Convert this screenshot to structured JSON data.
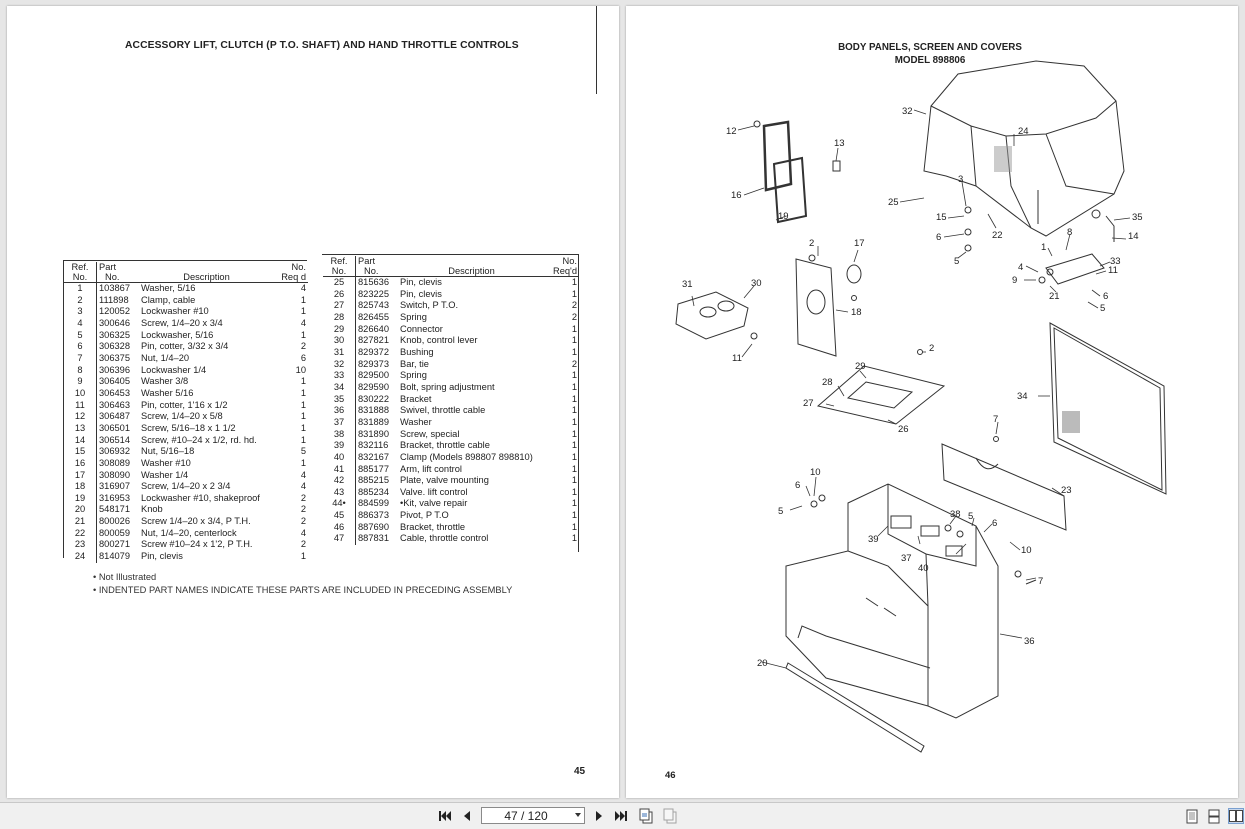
{
  "left_page": {
    "title": "ACCESSORY LIFT, CLUTCH (P T.O. SHAFT) AND HAND THROTTLE CONTROLS",
    "page_number": "45",
    "headers": {
      "ref_1": "Ref.",
      "ref_2": "No.",
      "part_1": "Part",
      "part_2": "No.",
      "desc": "Description",
      "req_1": "No.",
      "req_2": "Req d"
    },
    "headers_right": {
      "ref_1": "Ref.",
      "ref_2": "No.",
      "part_1": "Part",
      "part_2": "No.",
      "desc": "Description",
      "req_1": "No.",
      "req_2": "Req'd"
    },
    "rows_left": [
      {
        "ref": "1",
        "part": "103867",
        "desc": "Washer, 5/16",
        "req": "4"
      },
      {
        "ref": "2",
        "part": "111898",
        "desc": "Clamp, cable",
        "req": "1"
      },
      {
        "ref": "3",
        "part": "120052",
        "desc": "Lockwasher #10",
        "req": "1"
      },
      {
        "ref": "4",
        "part": "300646",
        "desc": "Screw, 1/4–20 x 3/4",
        "req": "4"
      },
      {
        "ref": "5",
        "part": "306325",
        "desc": "Lockwasher, 5/16",
        "req": "1"
      },
      {
        "ref": "6",
        "part": "306328",
        "desc": "Pin, cotter, 3/32 x 3/4",
        "req": "2"
      },
      {
        "ref": "7",
        "part": "306375",
        "desc": "Nut, 1/4–20",
        "req": "6"
      },
      {
        "ref": "8",
        "part": "306396",
        "desc": "Lockwasher 1/4",
        "req": "10"
      },
      {
        "ref": "9",
        "part": "306405",
        "desc": "Washer 3/8",
        "req": "1"
      },
      {
        "ref": "10",
        "part": "306453",
        "desc": "Washer 5/16",
        "req": "1"
      },
      {
        "ref": "11",
        "part": "306463",
        "desc": "Pin, cotter, 1'16 x 1/2",
        "req": "1"
      },
      {
        "ref": "12",
        "part": "306487",
        "desc": "Screw, 1/4–20 x 5/8",
        "req": "1"
      },
      {
        "ref": "13",
        "part": "306501",
        "desc": "Screw, 5/16–18 x 1 1/2",
        "req": "1"
      },
      {
        "ref": "14",
        "part": "306514",
        "desc": "Screw, #10–24 x 1/2, rd. hd.",
        "req": "1"
      },
      {
        "ref": "15",
        "part": "306932",
        "desc": "Nut, 5/16–18",
        "req": "5"
      },
      {
        "ref": "16",
        "part": "308089",
        "desc": "Washer #10",
        "req": "1"
      },
      {
        "ref": "17",
        "part": "308090",
        "desc": "Washer 1/4",
        "req": "4"
      },
      {
        "ref": "18",
        "part": "316907",
        "desc": "Screw, 1/4–20 x 2 3/4",
        "req": "4"
      },
      {
        "ref": "19",
        "part": "316953",
        "desc": "Lockwasher #10, shakeproof",
        "req": "2"
      },
      {
        "ref": "20",
        "part": "548171",
        "desc": "Knob",
        "req": "2"
      },
      {
        "ref": "21",
        "part": "800026",
        "desc": "Screw 1/4–20 x 3/4, P T.H.",
        "req": "2"
      },
      {
        "ref": "22",
        "part": "800059",
        "desc": "Nut, 1/4–20, centerlock",
        "req": "4"
      },
      {
        "ref": "23",
        "part": "800271",
        "desc": "Screw #10–24 x 1'2, P T.H.",
        "req": "2"
      },
      {
        "ref": "24",
        "part": "814079",
        "desc": "Pin, clevis",
        "req": "1"
      }
    ],
    "rows_right": [
      {
        "ref": "25",
        "part": "815636",
        "desc": "Pin, clevis",
        "req": "1"
      },
      {
        "ref": "26",
        "part": "823225",
        "desc": "Pin, clevis",
        "req": "1"
      },
      {
        "ref": "27",
        "part": "825743",
        "desc": "Switch, P T.O.",
        "req": "2"
      },
      {
        "ref": "28",
        "part": "826455",
        "desc": "Spring",
        "req": "2"
      },
      {
        "ref": "29",
        "part": "826640",
        "desc": "Connector",
        "req": "1"
      },
      {
        "ref": "30",
        "part": "827821",
        "desc": "Knob, control lever",
        "req": "1"
      },
      {
        "ref": "31",
        "part": "829372",
        "desc": "Bushing",
        "req": "1"
      },
      {
        "ref": "32",
        "part": "829373",
        "desc": "Bar, tie",
        "req": "2"
      },
      {
        "ref": "33",
        "part": "829500",
        "desc": "Spring",
        "req": "1"
      },
      {
        "ref": "34",
        "part": "829590",
        "desc": "Bolt, spring adjustment",
        "req": "1"
      },
      {
        "ref": "35",
        "part": "830222",
        "desc": "Bracket",
        "req": "1"
      },
      {
        "ref": "36",
        "part": "831888",
        "desc": "Swivel, throttle cable",
        "req": "1"
      },
      {
        "ref": "37",
        "part": "831889",
        "desc": "Washer",
        "req": "1"
      },
      {
        "ref": "38",
        "part": "831890",
        "desc": "Screw, special",
        "req": "1"
      },
      {
        "ref": "39",
        "part": "832116",
        "desc": "Bracket, throttle cable",
        "req": "1"
      },
      {
        "ref": "40",
        "part": "832167",
        "desc": "Clamp (Models 898807 898810)",
        "req": "1"
      },
      {
        "ref": "41",
        "part": "885177",
        "desc": "Arm, lift control",
        "req": "1"
      },
      {
        "ref": "42",
        "part": "885215",
        "desc": "Plate, valve mounting",
        "req": "1"
      },
      {
        "ref": "43",
        "part": "885234",
        "desc": "Valve. lift control",
        "req": "1"
      },
      {
        "ref": "44•",
        "part": "884599",
        "desc": "•Kit, valve repair",
        "req": "1"
      },
      {
        "ref": "45",
        "part": "886373",
        "desc": "Pivot, P T.O",
        "req": "1"
      },
      {
        "ref": "46",
        "part": "887690",
        "desc": "Bracket, throttle",
        "req": "1"
      },
      {
        "ref": "47",
        "part": "887831",
        "desc": "Cable, throttle control",
        "req": "1"
      }
    ],
    "note_1": "• Not Illustrated",
    "note_2": "• INDENTED PART NAMES INDICATE THESE PARTS ARE INCLUDED IN PRECEDING ASSEMBLY"
  },
  "right_page": {
    "title_line1": "BODY PANELS, SCREEN AND COVERS",
    "title_line2": "MODEL 898806",
    "page_number": "46",
    "callouts": [
      "32",
      "24",
      "12",
      "13",
      "16",
      "19",
      "3",
      "15",
      "6",
      "5",
      "25",
      "22",
      "35",
      "14",
      "1",
      "8",
      "33",
      "4",
      "11",
      "9",
      "21",
      "6",
      "5",
      "2",
      "17",
      "31",
      "30",
      "18",
      "11",
      "2",
      "29",
      "28",
      "27",
      "26",
      "34",
      "7",
      "10",
      "6",
      "5",
      "23",
      "38",
      "5",
      "6",
      "39",
      "37",
      "40",
      "10",
      "7",
      "36",
      "20"
    ]
  },
  "toolbar": {
    "page_indicator": "47 / 120",
    "icons": [
      "first-page-icon",
      "prev-page-icon",
      "next-page-icon",
      "last-page-icon",
      "go-back-icon",
      "go-forward-icon",
      "single-page-icon",
      "continuous-page-icon",
      "two-page-icon"
    ]
  }
}
